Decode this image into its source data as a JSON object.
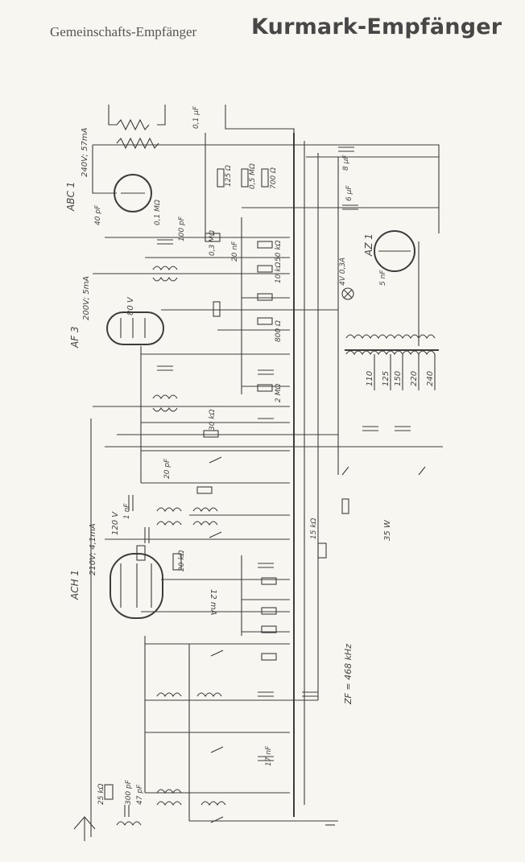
{
  "header": {
    "subtitle": "Gemeinschafts-Empfänger",
    "title": "Kurmark-Empfänger"
  },
  "tubes": [
    {
      "name": "ABC 1",
      "rating": "240V; 57mA"
    },
    {
      "name": "AF 3",
      "rating": "200V; 5mA"
    },
    {
      "name": "ACH 1",
      "rating": "210V; 4,1mA"
    },
    {
      "name": "AZ 1"
    }
  ],
  "labels": {
    "anode_120v": "120 V",
    "anode_80v": "80 V",
    "current_12ma": "12 mA",
    "lamp": "4V 0,3A",
    "power": "35 W",
    "if_freq": "ZF = 468 kHz",
    "res_15k": "15 kΩ"
  },
  "transformer_taps": [
    "110",
    "125",
    "150",
    "220",
    "240"
  ],
  "components": {
    "c_01uf": "0,1 µF",
    "c_8uf": "8 µF",
    "c_6uf": "6 µF",
    "c_40pf": "40 pF",
    "c_100pf": "100 pF",
    "c_20nf": "20 nF",
    "c_1nf": "1 nF",
    "c_5nf": "5 nF",
    "c_20pf": "20 pF",
    "c_17nf": "17 nF",
    "c_300pf": "300 pF",
    "c_47pf": "47 pF",
    "r_125": "125 Ω",
    "r_05m": "0,5 MΩ",
    "r_700": "700 Ω",
    "r_01m": "0,1 MΩ",
    "r_03m": "0,3 MΩ",
    "r_50k": "50 kΩ",
    "r_10k": "10 kΩ",
    "r_2m": "2 MΩ",
    "r_30k": "30 kΩ",
    "r_20k": "20 kΩ",
    "r_800": "800 Ω",
    "r_25k": "25 kΩ"
  }
}
